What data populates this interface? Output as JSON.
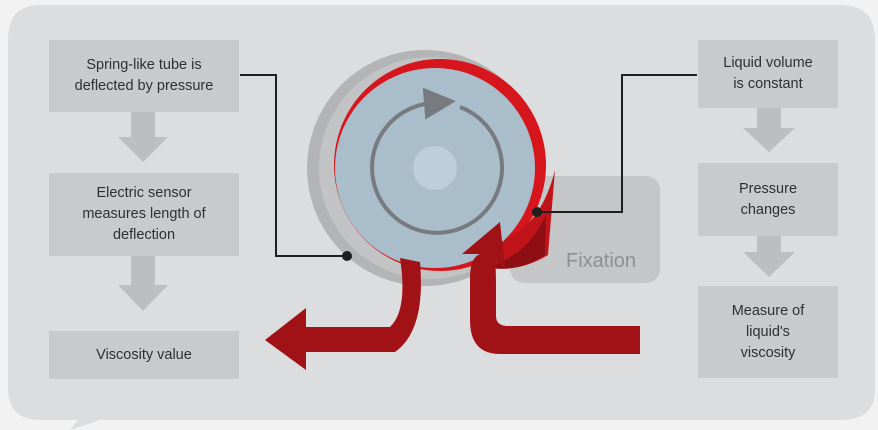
{
  "left_steps": [
    "Spring-like tube is\ndeflected by pressure",
    "Electric sensor\nmeasures length of\ndeflection",
    "Viscosity value"
  ],
  "right_steps": [
    "Liquid volume\nis constant",
    "Pressure\nchanges",
    "Measure of\nliquid's\nviscosity"
  ],
  "fixation_label": "Fixation",
  "colors": {
    "panel": "#dcdddf",
    "box": "#c9cacb",
    "arrow_gray": "#bdbebf",
    "tube_red": "#d6161c",
    "flow_red": "#a11217",
    "drum": "#a9bdca",
    "drum_center": "#bccfdb",
    "fixation": "#c5c6c8"
  }
}
